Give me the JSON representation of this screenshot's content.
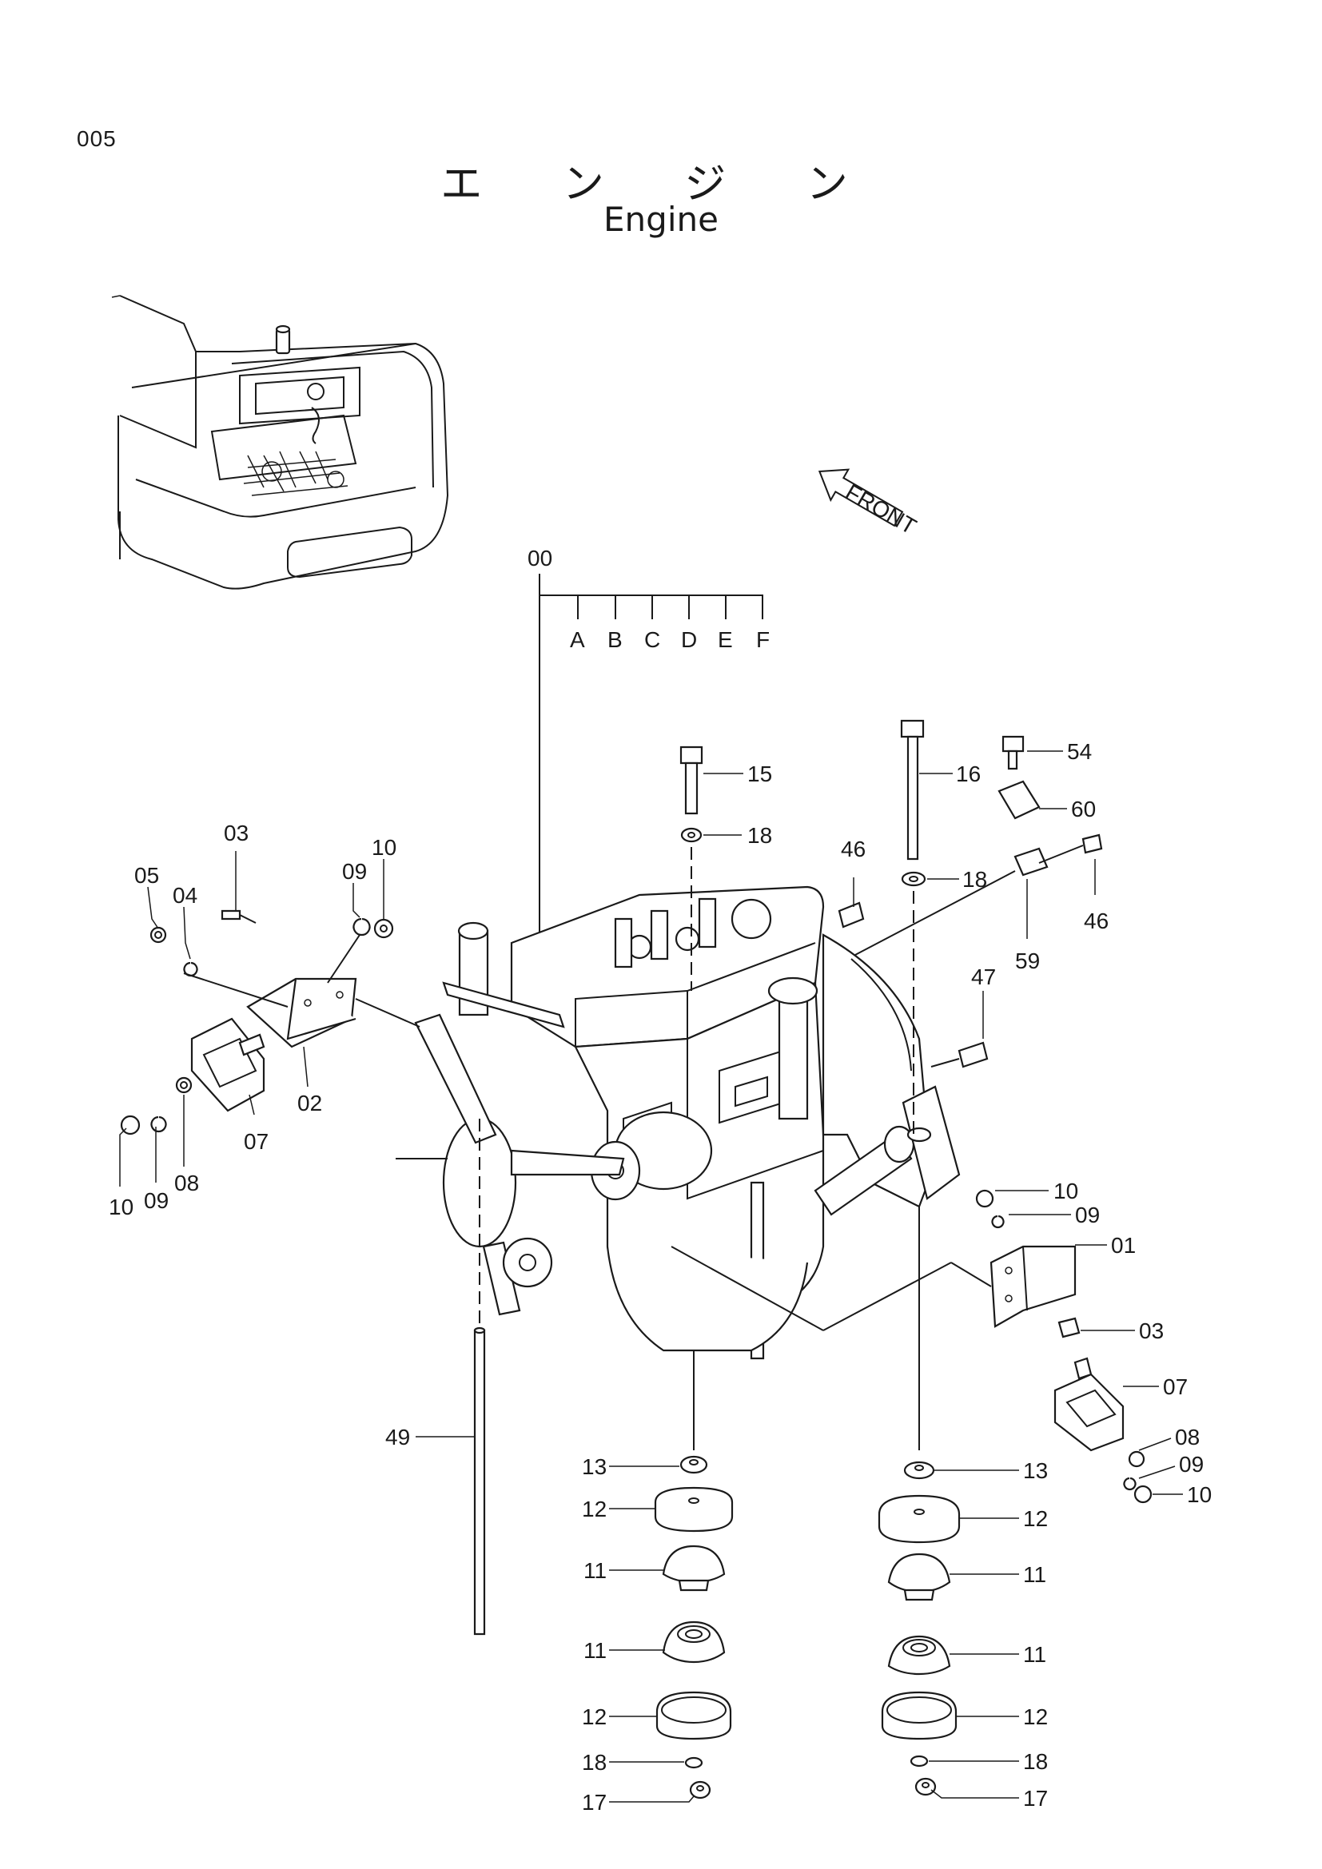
{
  "page_number": "005",
  "title_jp": "エ ン ジ ン",
  "title_en": "Engine",
  "front_arrow_label": "FRONT",
  "assembly": {
    "number": "00",
    "variants": [
      "A",
      "B",
      "C",
      "D",
      "E",
      "F"
    ]
  },
  "callouts": [
    "05",
    "04",
    "03",
    "09",
    "10",
    "02",
    "07",
    "10",
    "09",
    "08",
    "15",
    "18",
    "16",
    "18",
    "54",
    "60",
    "46",
    "46",
    "59",
    "47",
    "10",
    "09",
    "01",
    "03",
    "07",
    "08",
    "09",
    "10",
    "49",
    "13",
    "12",
    "11",
    "11",
    "12",
    "18",
    "17",
    "13",
    "12",
    "11",
    "11",
    "12",
    "18",
    "17"
  ],
  "colors": {
    "ink": "#1a1a1a",
    "paper": "#ffffff"
  }
}
